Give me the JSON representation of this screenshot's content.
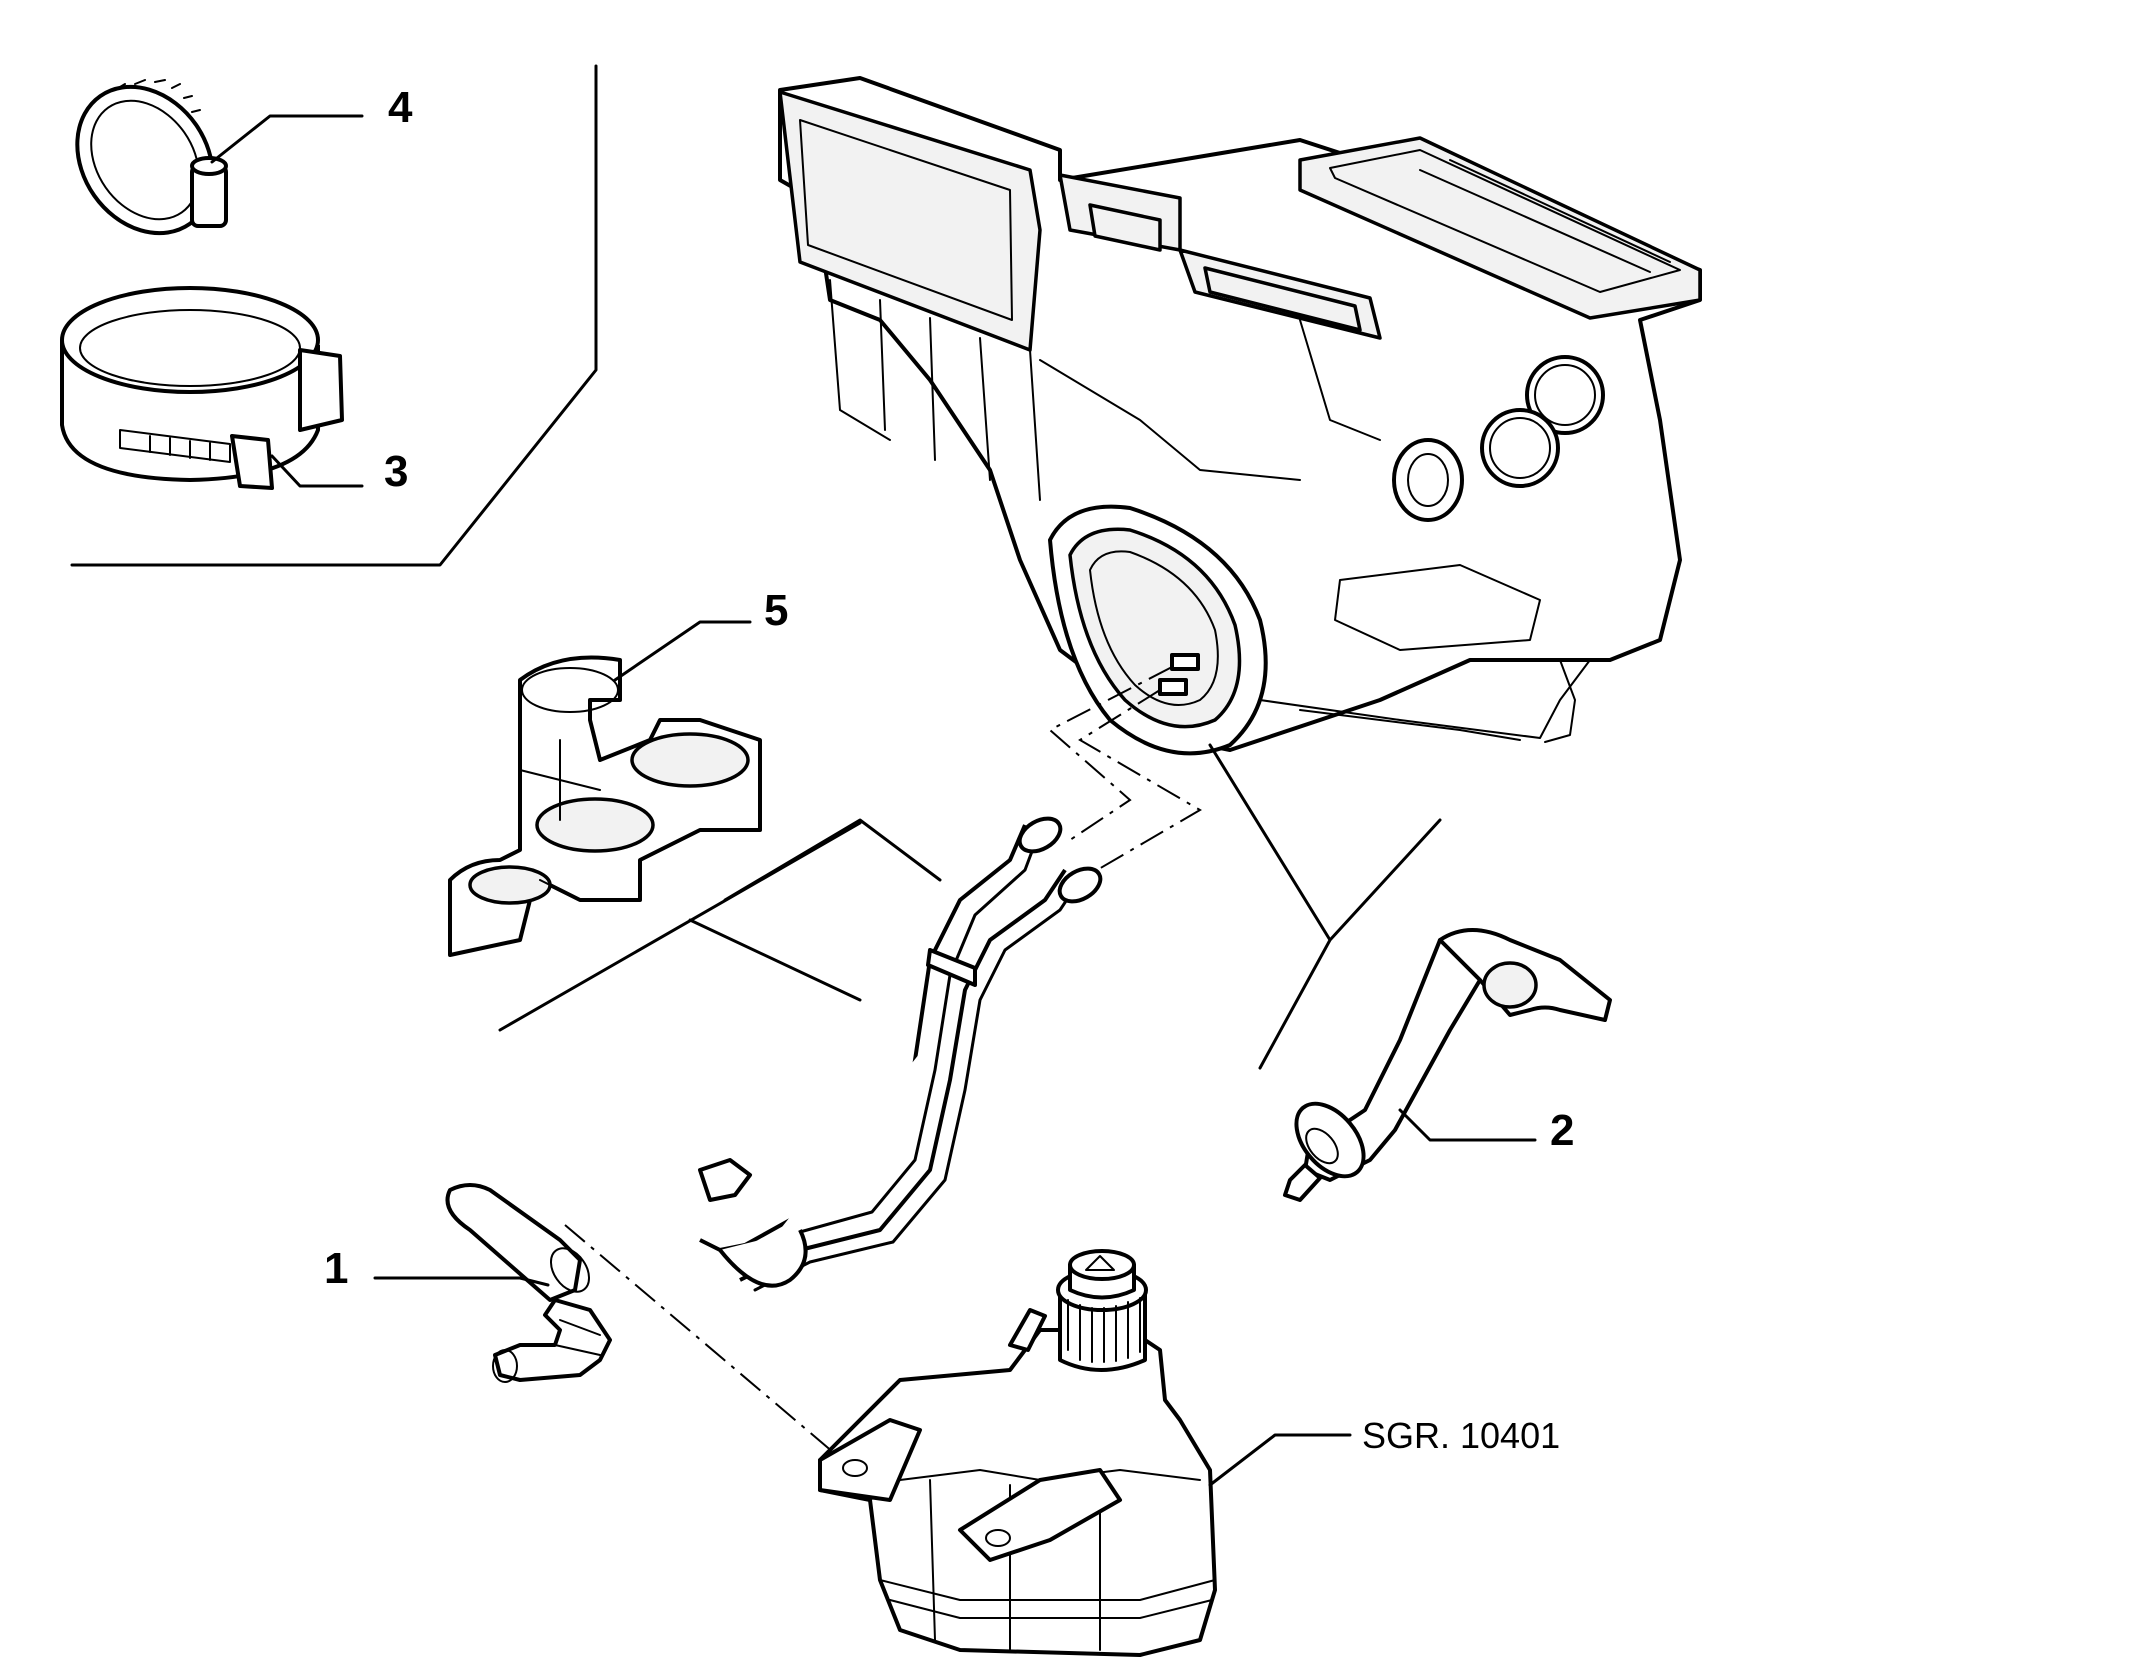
{
  "callouts": {
    "c1": "1",
    "c2": "2",
    "c3": "3",
    "c4": "4",
    "c5": "5"
  },
  "reference": "SGR. 10401"
}
